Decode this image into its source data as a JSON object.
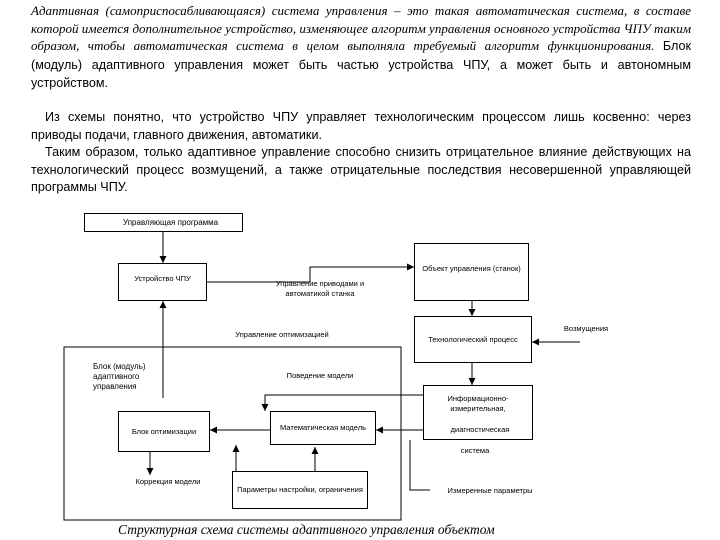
{
  "text": {
    "p1_italic": "Адаптивная (самоприспосабливающаяся) система управления – это такая автоматическая система, в составе которой имеется дополнительное устройство, изменяющее алгоритм управления основного устройства ЧПУ таким образом, чтобы автоматическая система в целом выполняла требуемый алгоритм функционирования.",
    "p1_normal": "Блок (модуль) адаптивного управления может быть частью устройства ЧПУ, а может быть и автономным устройством.",
    "p2": "Из схемы понятно, что устройство ЧПУ управляет технологическим процессом лишь косвенно: через приводы подачи, главного движения, автоматики.",
    "p3": "Таким образом, только адаптивное управление способно снизить отрицательное влияние действующих на технологический процесс возмущений, а также отрицательные последствия несовершенной управляющей программы ЧПУ."
  },
  "diagram": {
    "program_box": "Управляющая программа",
    "cnc_box": "Устройство ЧПУ",
    "drives_label": "Управление приводами и автоматикой станка",
    "object_box": "Объект управления (станок)",
    "optimization_control_label": "Управление оптимизацией",
    "process_box": "Технологический процесс",
    "disturbances_label": "Возмущения",
    "adaptive_block_label": "Блок (модуль) адаптивного управления",
    "model_behavior_label": "Поведение модели",
    "info_system_line1": "Информационно-измерительная,",
    "info_system_line2": "диагностическая",
    "info_system_line3": "система",
    "optimization_box": "Блок оптимизации",
    "math_model_box": "Математическая модель",
    "model_correction_label": "Коррекция модели",
    "tuning_params_box": "Параметры настройки, ограничения",
    "measured_params_label": "Измеренные параметры"
  },
  "caption": "Структурная схема системы адаптивного управления объектом"
}
